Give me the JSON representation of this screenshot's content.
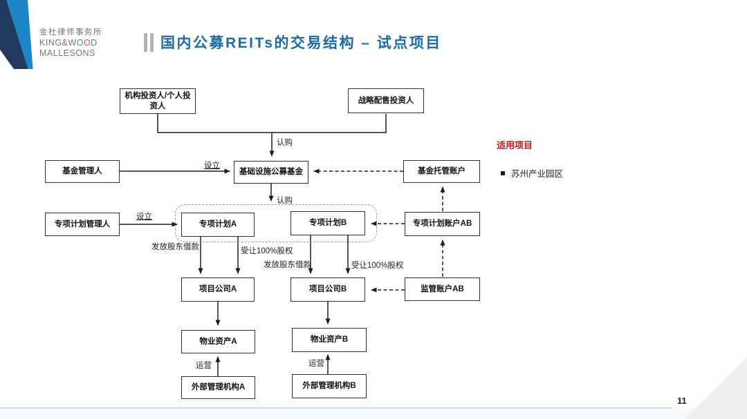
{
  "logo": {
    "cn": "金杜律师事务所",
    "en1": {
      "pre": "KING&W",
      "o1": "O",
      "o2": "O",
      "post": "D"
    },
    "en2": "MALLESONS"
  },
  "header": {
    "title": "国内公募REITs的交易结构 – 试点项目"
  },
  "diagram": {
    "nodes": {
      "institutional_investors": "机构投资人/个人投资人",
      "strategic_investors": "战略配售投资人",
      "fund_manager": "基金管理人",
      "public_fund": "基础设施公募基金",
      "fund_custody_account": "基金托管账户",
      "abs_manager": "专项计划管理人",
      "abs_plan_a": "专项计划A",
      "abs_plan_b": "专项计划B",
      "abs_plan_account": "专项计划账户AB",
      "project_company_a": "项目公司A",
      "project_company_b": "项目公司B",
      "supervision_account": "监管账户AB",
      "property_asset_a": "物业资产A",
      "property_asset_b": "物业资产B",
      "external_manager_a": "外部管理机构A",
      "external_manager_b": "外部管理机构B"
    },
    "edge_labels": {
      "subscribe_top": "认购",
      "establish_fund": "设立",
      "subscribe_mid": "认购",
      "establish_abs": "设立",
      "loan_a": "发放股东借款",
      "equity_a": "受让100%股权",
      "loan_b": "发放股东借款",
      "equity_b": "受让100%股权",
      "operate_a": "运营",
      "operate_b": "运营"
    }
  },
  "side_panel": {
    "heading": "适用项目",
    "bullet": "苏州产业园区"
  },
  "footer": {
    "page": "11"
  },
  "colors": {
    "title_blue": "#1a6ba6",
    "heading_red": "#c01920",
    "logo_navy": "#21395c",
    "logo_blue": "#1e86c6",
    "footer_line": "#c9dcea"
  }
}
